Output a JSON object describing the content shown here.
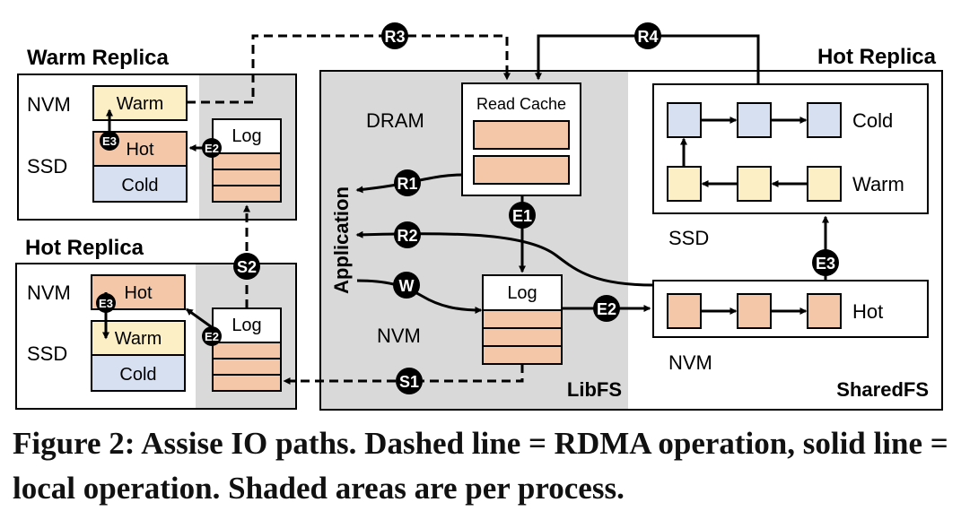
{
  "colors": {
    "warm": "#FCEFC5",
    "hot": "#F4C7A8",
    "cold": "#D6E0F0",
    "shade": "#D9D9D9",
    "stroke": "#000000"
  },
  "warm_replica": {
    "title": "Warm Replica",
    "nvm_label": "NVM",
    "ssd_label": "SSD",
    "warm_label": "Warm",
    "hot_label": "Hot",
    "cold_label": "Cold",
    "log_label": "Log"
  },
  "hot_replica_left": {
    "title": "Hot Replica",
    "nvm_label": "NVM",
    "ssd_label": "SSD",
    "hot_label": "Hot",
    "warm_label": "Warm",
    "cold_label": "Cold",
    "log_label": "Log"
  },
  "libfs": {
    "label": "LibFS",
    "dram_label": "DRAM",
    "nvm_label": "NVM",
    "read_cache_label": "Read Cache",
    "log_label": "Log",
    "application_label": "Application"
  },
  "sharedfs": {
    "title": "Hot Replica",
    "label": "SharedFS",
    "ssd_label": "SSD",
    "nvm_label": "NVM",
    "cold_label": "Cold",
    "warm_label": "Warm",
    "hot_label": "Hot"
  },
  "paths": {
    "R1": "R1",
    "R2": "R2",
    "R3": "R3",
    "R4": "R4",
    "W": "W",
    "E1": "E1",
    "E2": "E2",
    "E3": "E3",
    "S1": "S1",
    "S2": "S2"
  },
  "caption": "Figure 2: Assise IO paths. Dashed line = RDMA operation, solid line = local operation. Shaded areas are per process."
}
